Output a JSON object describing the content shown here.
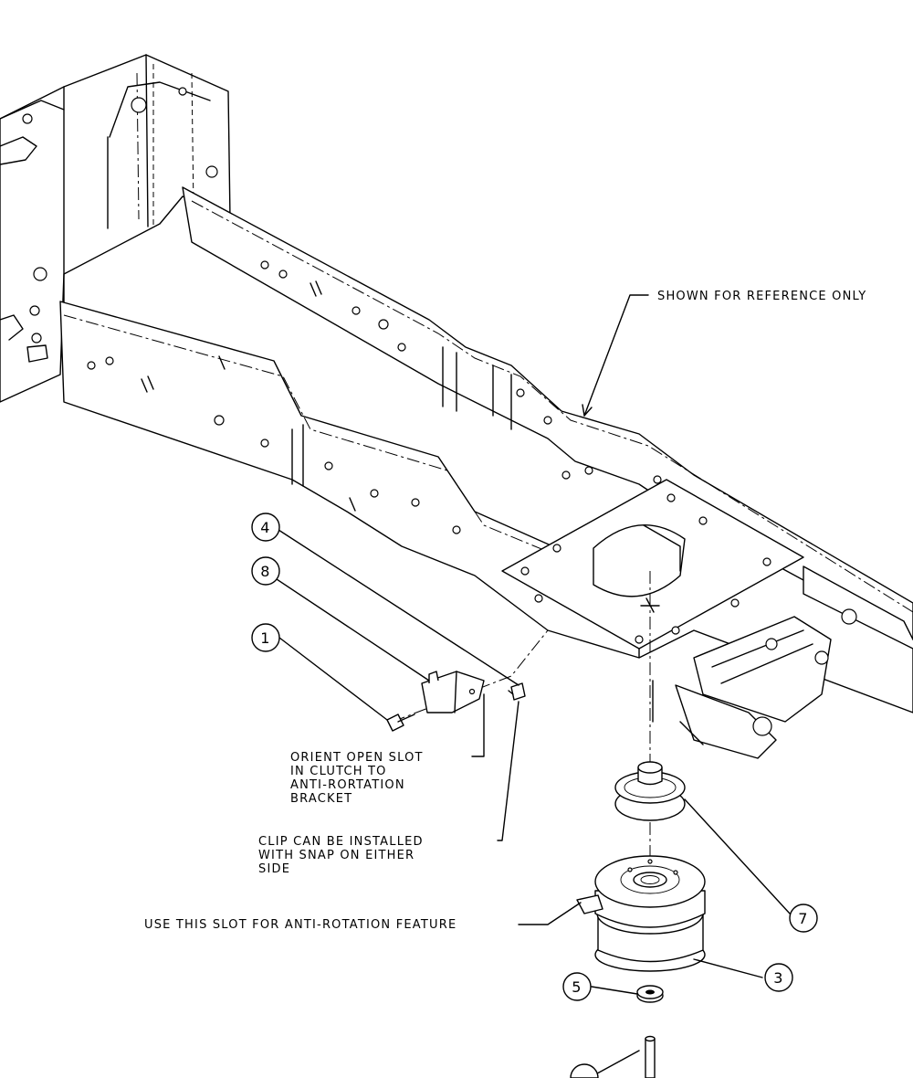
{
  "notes": {
    "reference": "SHOWN FOR REFERENCE ONLY",
    "orient_line1": "ORIENT OPEN SLOT",
    "orient_line2": "IN CLUTCH TO",
    "orient_line3": "ANTI-RORTATION",
    "orient_line4": "BRACKET",
    "clip_line1": "CLIP CAN BE INSTALLED",
    "clip_line2": "WITH SNAP ON EITHER",
    "clip_line3": "SIDE",
    "slot": "USE THIS SLOT FOR ANTI-ROTATION FEATURE"
  },
  "callouts": {
    "c4": "4",
    "c8": "8",
    "c1": "1",
    "c7": "7",
    "c3": "3",
    "c5": "5"
  }
}
